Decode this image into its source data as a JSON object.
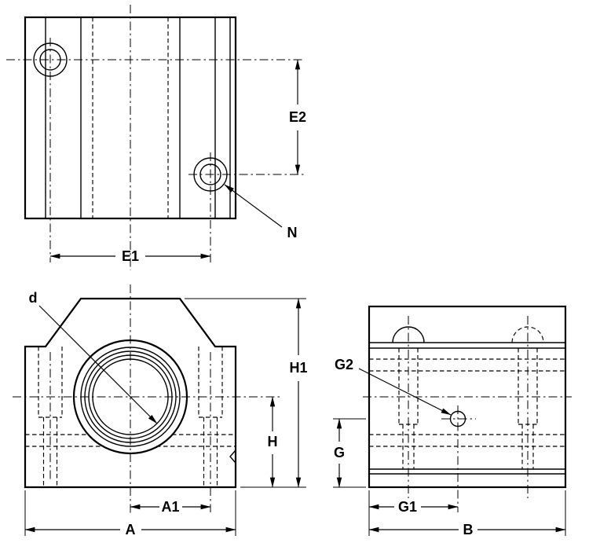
{
  "drawing": {
    "background": "#ffffff",
    "line_color": "#000000"
  },
  "views": {
    "top": {
      "dim_e1": "E1",
      "dim_e2": "E2",
      "callout_n": "N"
    },
    "front": {
      "callout_d": "d",
      "dim_h1": "H1",
      "dim_h": "H",
      "dim_a1": "A1",
      "dim_a": "A"
    },
    "side": {
      "callout_g2": "G2",
      "dim_g": "G",
      "dim_g1": "G1",
      "dim_b": "B"
    }
  }
}
